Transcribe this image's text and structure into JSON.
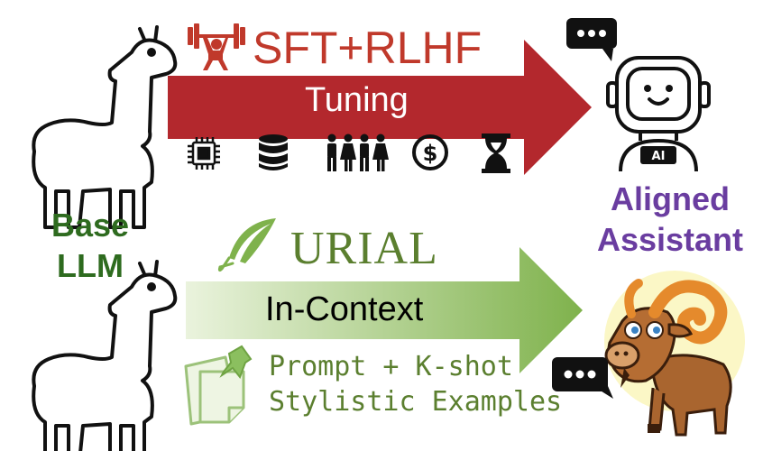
{
  "top_path": {
    "title": "SFT+RLHF",
    "arrow_label": "Tuning",
    "cost_icons": [
      "chip-icon",
      "database-icon",
      "people-icon",
      "dollar-icon",
      "hourglass-icon"
    ]
  },
  "bottom_path": {
    "title": "URIAL",
    "arrow_label": "In-Context",
    "caption_line1": "Prompt + K-shot",
    "caption_line2": "Stylistic Examples"
  },
  "left_label": {
    "line1": "Base",
    "line2": "LLM"
  },
  "right_label": {
    "line1": "Aligned",
    "line2": "Assistant"
  },
  "colors": {
    "tuning_arrow": "#b3282d",
    "incontext_arrow_start": "#e6f0d8",
    "incontext_arrow_end": "#7fb24c",
    "base_llm_text": "#2e6b1f",
    "aligned_text": "#6a3da0",
    "urial_text": "#5b7f2f"
  }
}
